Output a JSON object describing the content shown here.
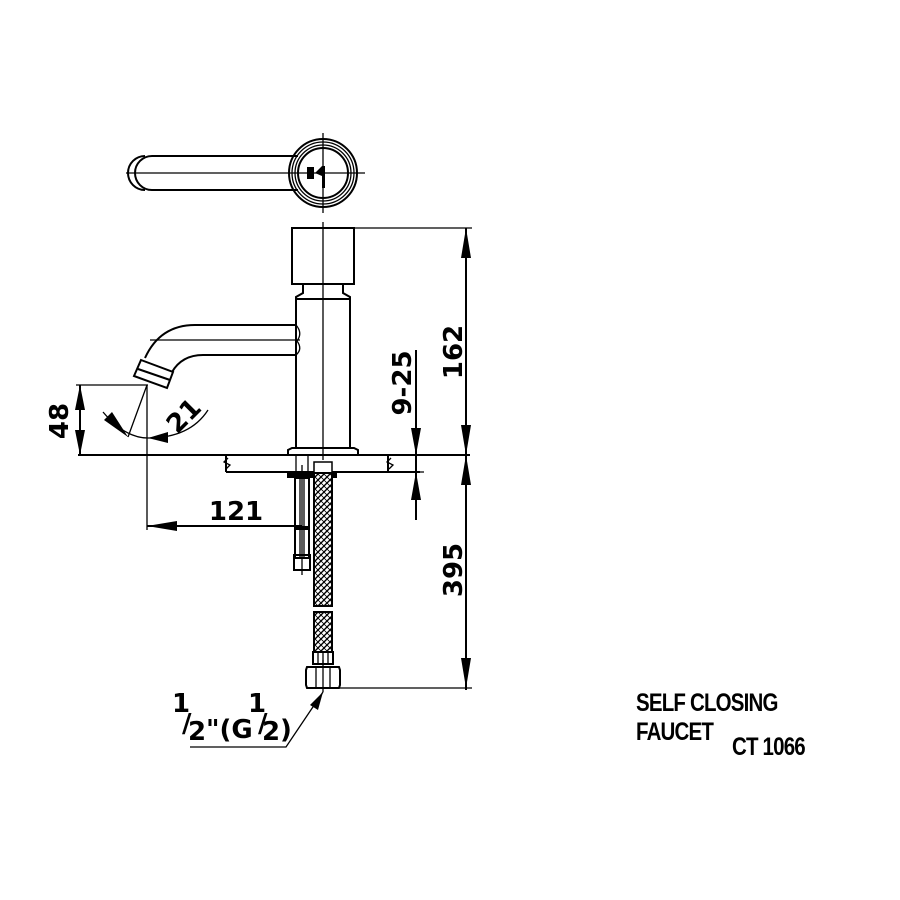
{
  "drawing": {
    "title": "SELF CLOSING FAUCET",
    "model": "CT 1066",
    "dimensions": {
      "total_height": "162",
      "deck_thickness": "9-25",
      "spout_height": "48",
      "spout_angle": "21",
      "spout_reach": "121",
      "hose_length": "395"
    },
    "connection": {
      "size": "1/2\"(G1/2)",
      "main_num": "1",
      "main_den": "2",
      "inch": "\"(G",
      "g_num": "1",
      "g_den": "2",
      "close": ")"
    },
    "views": [
      "top-view",
      "front-elevation"
    ],
    "colors": {
      "line": "#000000",
      "background": "#ffffff"
    }
  }
}
